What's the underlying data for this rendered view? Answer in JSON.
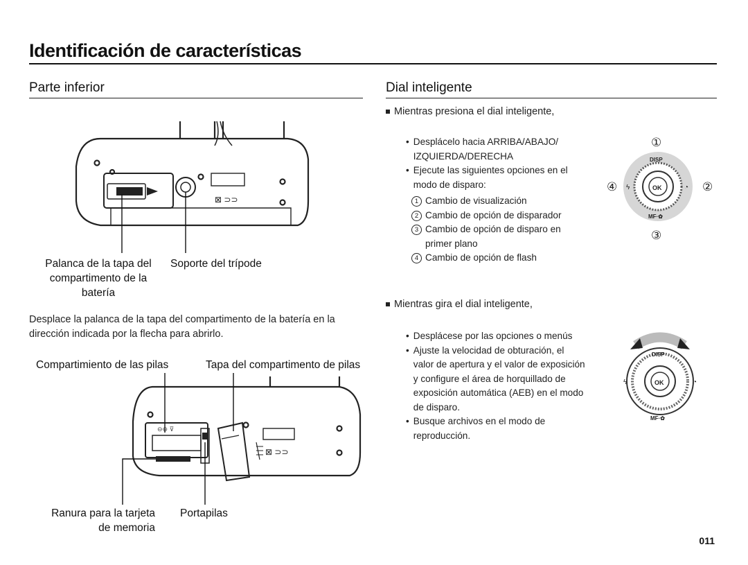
{
  "page": {
    "title": "Identificación de características",
    "page_number": "011"
  },
  "left": {
    "heading": "Parte inferior",
    "label_lever": [
      "Palanca de la tapa del",
      "compartimento de la",
      "batería"
    ],
    "label_tripod": "Soporte del trípode",
    "description": [
      "Desplace la palanca de la tapa del compartimento de la batería en la",
      "dirección indicada por la flecha para abrirlo."
    ],
    "label_battery_compartment": "Compartimiento de las pilas",
    "label_battery_cover": "Tapa del compartimento de pilas",
    "label_card_slot": [
      "Ranura para la tarjeta",
      "de memoria"
    ],
    "label_battery_holder": "Portapilas"
  },
  "right": {
    "heading": "Dial inteligente",
    "press_section": {
      "intro": "Mientras presiona el dial inteligente,",
      "bullets": [
        [
          "Desplácelo hacia ARRIBA/ABAJO/",
          "IZQUIERDA/DERECHA"
        ],
        [
          "Ejecute las siguientes opciones en el",
          "modo de disparo:"
        ]
      ],
      "options": [
        {
          "num": "1",
          "text": "Cambio de visualización"
        },
        {
          "num": "2",
          "text": "Cambio de opción de disparador"
        },
        {
          "num": "3",
          "text": [
            "Cambio de opción de disparo en",
            "primer plano"
          ]
        },
        {
          "num": "4",
          "text": "Cambio de opción de flash"
        }
      ],
      "dial_marks": [
        "①",
        "②",
        "③",
        "④"
      ]
    },
    "rotate_section": {
      "intro": "Mientras gira el dial inteligente,",
      "bullets": [
        [
          "Desplácese por las opciones o menús"
        ],
        [
          "Ajuste la velocidad de obturación, el",
          "valor de apertura y el valor de exposición",
          "y configure el área de horquillado de",
          "exposición automática (AEB) en el modo",
          "de disparo."
        ],
        [
          "Busque archivos en el modo de",
          "reproducción."
        ]
      ]
    },
    "dial_labels": {
      "top": "DISP",
      "center": "OK",
      "bottom": "MF·✿"
    }
  }
}
